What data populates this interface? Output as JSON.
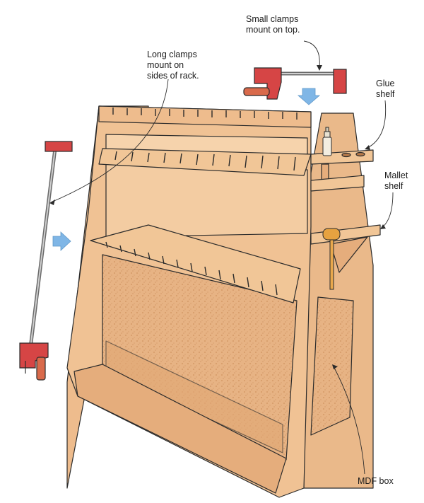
{
  "labels": {
    "small_clamps": [
      "Small clamps",
      "mount on top."
    ],
    "long_clamps": [
      "Long clamps",
      "mount on",
      "sides of rack."
    ],
    "glue_shelf": [
      "Glue",
      "shelf"
    ],
    "mallet_shelf": [
      "Mallet",
      "shelf"
    ],
    "mdf_box": "MDF box"
  },
  "colors": {
    "wood": "#eebc8d",
    "wood_dark": "#d99a69",
    "wood_light": "#f6d3ac",
    "panel": "#e7b384",
    "clamp_red": "#d64545",
    "arrow_blue": "#7fb6e6",
    "line": "#2b2b2b"
  }
}
